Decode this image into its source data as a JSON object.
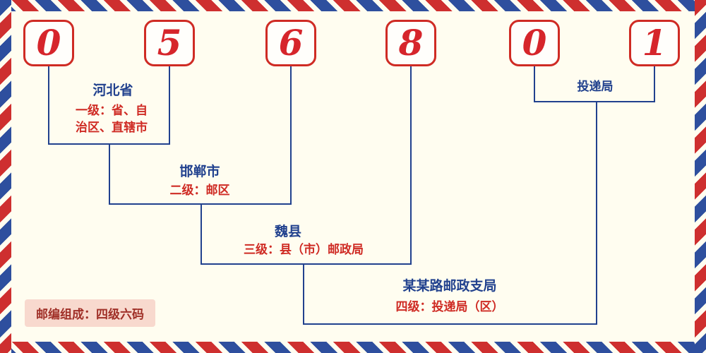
{
  "colors": {
    "bg": "#fffdf0",
    "red": "#cf2b24",
    "navy": "#21418e",
    "digit-red": "#d6252b",
    "badge-bg": "#f8d9ce",
    "badge-text": "#a03028",
    "stripe-red": "#ce2f2f",
    "stripe-blue": "#2e4f9e"
  },
  "postal_code": {
    "digits": [
      "0",
      "5",
      "6",
      "8",
      "0",
      "1"
    ]
  },
  "levels": {
    "province": {
      "name": "河北省",
      "desc_line1": "一级：省、自",
      "desc_line2": "治区、直辖市"
    },
    "city": {
      "name": "邯郸市",
      "desc": "二级：邮区"
    },
    "county": {
      "name": "魏县",
      "desc": "三级：县（市）邮政局"
    },
    "branch": {
      "name": "某某路邮政支局",
      "desc": "四级：投递局（区）"
    },
    "delivery": {
      "name": "投递局"
    }
  },
  "footer": {
    "composition_label": "邮编组成：四级六码"
  }
}
